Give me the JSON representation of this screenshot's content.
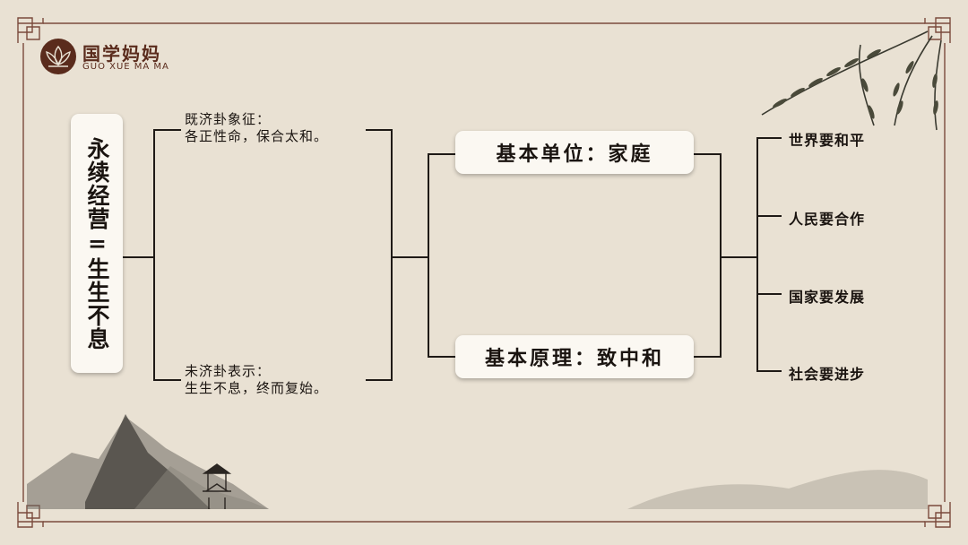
{
  "colors": {
    "background": "#e9e1d3",
    "frame": "#7a4a3c",
    "line": "#1f1a16",
    "logo": "#5a2b1c",
    "box": "#fbf8f2"
  },
  "logo": {
    "name": "国学妈妈",
    "subtitle": "GUO XUE MA MA",
    "icon": "lotus-icon"
  },
  "diagram": {
    "root": "永续经营=生生不息",
    "notes": {
      "top": {
        "line1": "既济卦象征：",
        "line2": "各正性命，保合太和。"
      },
      "bottom": {
        "line1": "未济卦表示：",
        "line2": "生生不息，终而复始。"
      }
    },
    "middle": {
      "top": "基本单位：家庭",
      "bottom": "基本原理：致中和"
    },
    "goals": [
      "世界要和平",
      "人民要合作",
      "国家要发展",
      "社会要进步"
    ]
  }
}
